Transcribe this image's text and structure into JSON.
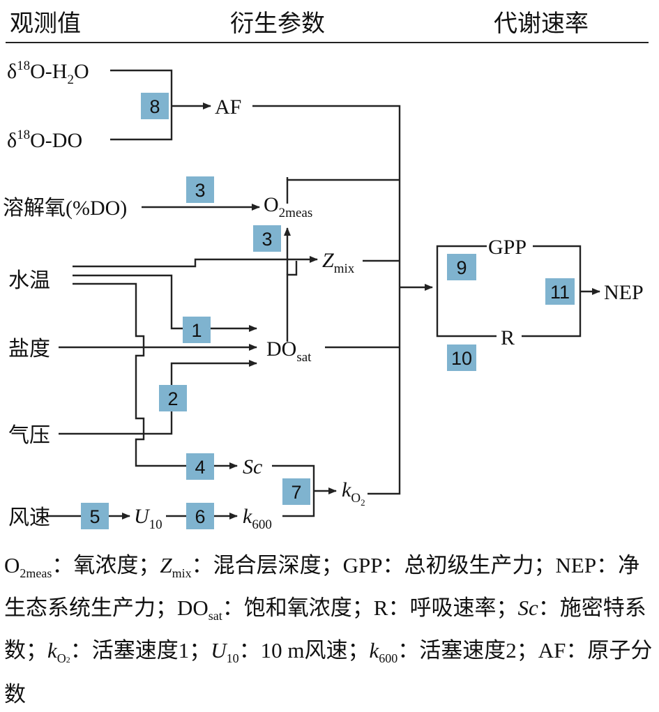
{
  "headers": {
    "observations": "观测值",
    "derived": "衍生参数",
    "metabolic": "代谢速率"
  },
  "nodes": {
    "d18o_h2o": {
      "pre": "δ",
      "sup": "18",
      "mid": "O-H",
      "sub": "2",
      "post": "O"
    },
    "d18o_do": {
      "pre": "δ",
      "sup": "18",
      "post": "O-DO"
    },
    "dissolved_oxygen": "溶解氧(%DO)",
    "water_temp": "水温",
    "salinity": "盐度",
    "pressure": "气压",
    "wind_speed": "风速",
    "af": "AF",
    "o2meas": {
      "main": "O",
      "sub": "2meas"
    },
    "zmix": {
      "main": "Z",
      "sub": "mix"
    },
    "dosat": {
      "main": "DO",
      "sub": "sat"
    },
    "sc": "Sc",
    "u10": {
      "main": "U",
      "sub": "10"
    },
    "k600": {
      "main": "k",
      "sub": "600"
    },
    "ko2": {
      "main": "k",
      "sub": "O",
      "sub2": "2"
    },
    "gpp": "GPP",
    "r": "R",
    "nep": "NEP"
  },
  "steps": [
    "1",
    "2",
    "3",
    "3",
    "4",
    "5",
    "6",
    "7",
    "8",
    "9",
    "10",
    "11"
  ],
  "legend": [
    {
      "abbr": "O",
      "sub": "2meas",
      "desc": "：氧浓度；"
    },
    {
      "abbr": "Z",
      "sub": "mix",
      "desc": "：混合层深度；",
      "italic": true
    },
    {
      "abbr": "GPP",
      "desc": "：总初级生产力；"
    },
    {
      "abbr": "NEP",
      "desc": "：净生态系统生产力；"
    },
    {
      "abbr": "DO",
      "sub": "sat",
      "desc": "：饱和氧浓度；"
    },
    {
      "abbr": "R",
      "desc": "：呼吸速率；"
    },
    {
      "abbr": "Sc",
      "desc": "：施密特系数；",
      "italic": true
    },
    {
      "abbr": "k",
      "sub": "O",
      "sub2": "2",
      "desc": "：活塞速度1；",
      "italic": true
    },
    {
      "abbr": "U",
      "sub": "10",
      "desc": "：10 m风速；",
      "italic": true
    },
    {
      "abbr": "k",
      "sub": "600",
      "desc": "：活塞速度2；",
      "italic": true
    },
    {
      "abbr": "AF",
      "desc": "：原子分数"
    }
  ]
}
